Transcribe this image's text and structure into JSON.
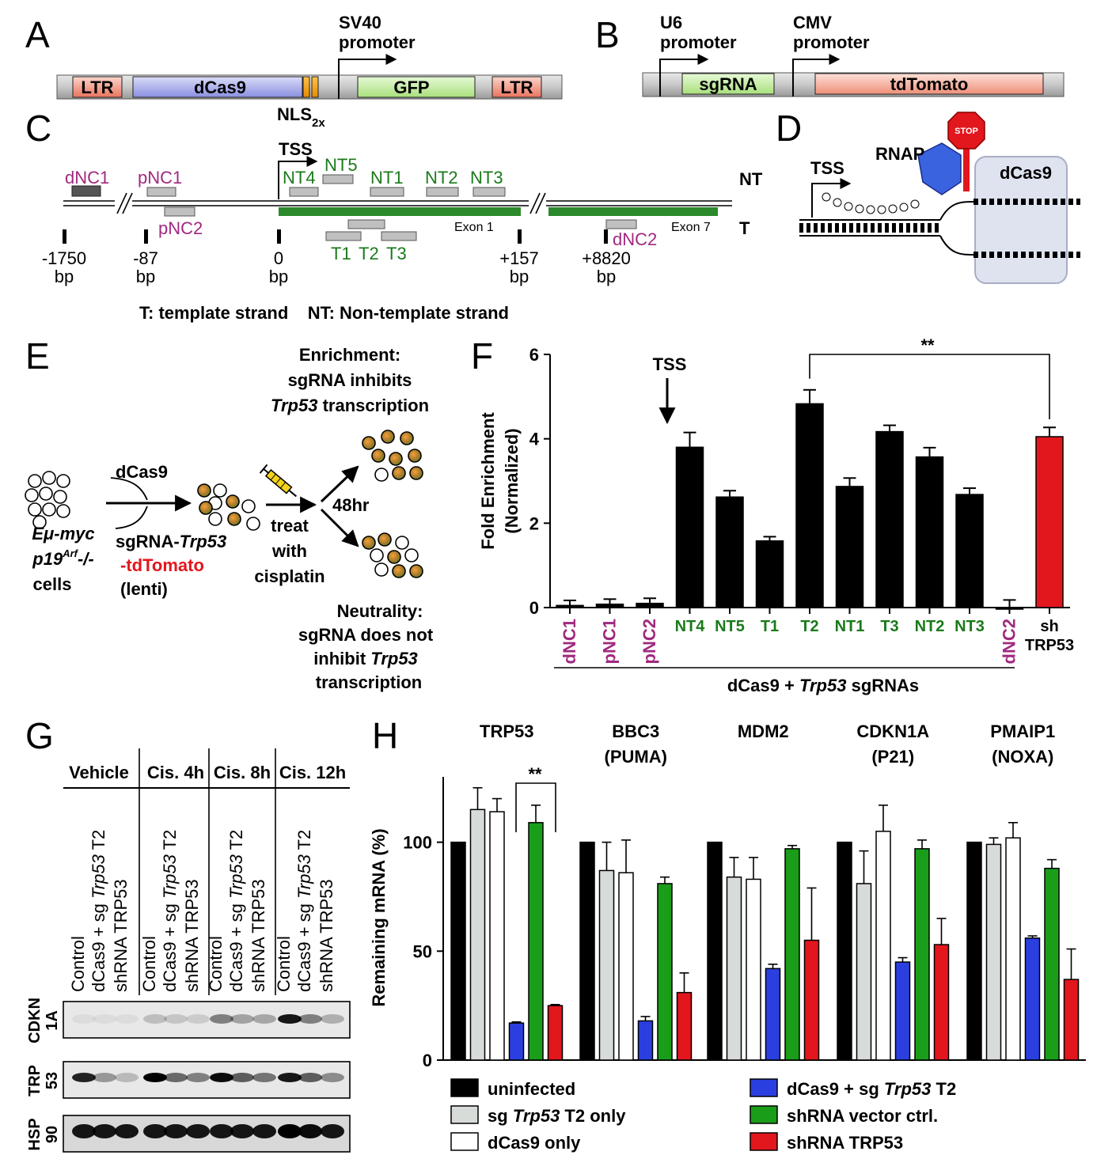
{
  "panels": {
    "A": "A",
    "B": "B",
    "C": "C",
    "D": "D",
    "E": "E",
    "F": "F",
    "G": "G",
    "H": "H"
  },
  "panelA": {
    "ltr_left": "LTR",
    "dcas9": "dCas9",
    "promoter1": "SV40",
    "promoter2": "promoter",
    "gfp": "GFP",
    "ltr_right": "LTR",
    "nls": "NLS",
    "nls_sub": "2x"
  },
  "panelB": {
    "u6_1": "U6",
    "u6_2": "promoter",
    "sgrna": "sgRNA",
    "cmv_1": "CMV",
    "cmv_2": "promoter",
    "tdtomato": "tdTomato"
  },
  "panelC": {
    "tss": "TSS",
    "nt": "NT",
    "t": "T",
    "dnc1": "dNC1",
    "pnc1": "pNC1",
    "pnc2": "pNC2",
    "dnc2": "dNC2",
    "nt4": "NT4",
    "nt5": "NT5",
    "nt1": "NT1",
    "nt2": "NT2",
    "nt3": "NT3",
    "t1": "T1",
    "t2": "T2",
    "t3": "T3",
    "exon1": "Exon 1",
    "exon7": "Exon 7",
    "pos1": "-1750",
    "pos2": "-87",
    "pos3": "0",
    "pos4": "+157",
    "pos5": "+8820",
    "bp": "bp",
    "legend": "T: template strand    NT: Non-template strand"
  },
  "panelD": {
    "tss": "TSS",
    "rnap": "RNAP",
    "stop": "STOP",
    "dcas9": "dCas9"
  },
  "panelE": {
    "enrich1": "Enrichment:",
    "enrich2": "sgRNA inhibits",
    "enrich3_i": "Trp53",
    "enrich3": " transcription",
    "dcas9": "dCas9",
    "sgrna1": "sgRNA-",
    "sgrna1_i": "Trp53",
    "sgrna2": "-tdTomato",
    "lenti": "(lenti)",
    "cells1": "Eμ-myc",
    "cells2a": "p19",
    "cells2sup": "Arf",
    "cells2b": "-/-",
    "cells3": "cells",
    "treat1": "treat",
    "treat2": "with",
    "treat3": "cisplatin",
    "hr": "48hr",
    "neut1": "Neutrality:",
    "neut2": "sgRNA does not",
    "neut3": "inhibit ",
    "neut3_i": "Trp53",
    "neut4": "transcription"
  },
  "chart_data": [
    {
      "type": "bar",
      "ylabel": "Fold Enrichment (Normalized)",
      "ylabel1": "Fold Enrichment",
      "ylabel2": "(Normalized)",
      "ylim": [
        0,
        6
      ],
      "yticks": [
        "0",
        "2",
        "4",
        "6"
      ],
      "categories": [
        "dNC1",
        "pNC1",
        "pNC2",
        "NT4",
        "NT5",
        "T1",
        "T2",
        "NT1",
        "T3",
        "NT2",
        "NT3",
        "dNC2",
        "sh TRP53"
      ],
      "cat_lines": [
        [
          "dNC1"
        ],
        [
          "pNC1"
        ],
        [
          "pNC2"
        ],
        [
          "NT4"
        ],
        [
          "NT5"
        ],
        [
          "T1"
        ],
        [
          "T2"
        ],
        [
          "NT1"
        ],
        [
          "T3"
        ],
        [
          "NT2"
        ],
        [
          "NT3"
        ],
        [
          "dNC2"
        ],
        [
          "sh",
          "TRP53"
        ]
      ],
      "values": [
        0.05,
        0.08,
        0.1,
        3.8,
        2.62,
        1.58,
        4.83,
        2.87,
        4.17,
        3.57,
        2.68,
        0.0,
        4.05
      ],
      "errors": [
        0.12,
        0.12,
        0.12,
        0.35,
        0.15,
        0.1,
        0.33,
        0.2,
        0.15,
        0.22,
        0.15,
        0.18,
        0.22
      ],
      "colors": [
        "#000000",
        "#000000",
        "#000000",
        "#000000",
        "#000000",
        "#000000",
        "#000000",
        "#000000",
        "#000000",
        "#000000",
        "#000000",
        "#000000",
        "#e2161d"
      ],
      "label_colors": [
        "#a0297f",
        "#a0297f",
        "#a0297f",
        "#1a7a1a",
        "#1a7a1a",
        "#1a7a1a",
        "#1a7a1a",
        "#1a7a1a",
        "#1a7a1a",
        "#1a7a1a",
        "#1a7a1a",
        "#a0297f",
        "#000000"
      ],
      "annotation_tss": "TSS",
      "significance": "**",
      "group_label_a": "dCas9 + ",
      "group_label_i": "Trp53",
      "group_label_b": " sgRNAs"
    },
    {
      "type": "bar",
      "ylabel": "Remaining mRNA (%)",
      "ylim": [
        0,
        130
      ],
      "yticks": [
        "0",
        "50",
        "100"
      ],
      "groups": [
        {
          "l1": "TRP53",
          "l2": ""
        },
        {
          "l1": "BBC3",
          "l2": "(PUMA)"
        },
        {
          "l1": "MDM2",
          "l2": ""
        },
        {
          "l1": "CDKN1A",
          "l2": "(P21)"
        },
        {
          "l1": "PMAIP1",
          "l2": "(NOXA)"
        }
      ],
      "series": [
        {
          "name": "uninfected",
          "color": "#000000",
          "values": [
            100,
            100,
            100,
            100,
            100
          ],
          "errors": [
            0,
            0,
            0,
            0,
            0
          ]
        },
        {
          "name": "sg Trp53 T2 only",
          "color": "#d8dcd8",
          "values": [
            115,
            87,
            84,
            81,
            99
          ],
          "errors": [
            10,
            13,
            9,
            15,
            3
          ]
        },
        {
          "name": "dCas9 only",
          "color": "#ffffff",
          "values": [
            114,
            86,
            83,
            105,
            102
          ],
          "errors": [
            6,
            15,
            10,
            12,
            7
          ]
        },
        {
          "name": "dCas9 + sg Trp53 T2",
          "color": "#2b3fe0",
          "values": [
            17,
            18,
            42,
            45,
            56
          ],
          "errors": [
            0.5,
            2,
            2,
            2,
            1
          ]
        },
        {
          "name": "shRNA vector ctrl.",
          "color": "#1a9e1a",
          "values": [
            109,
            81,
            97,
            97,
            88
          ],
          "errors": [
            8,
            3,
            1.5,
            4,
            4
          ]
        },
        {
          "name": "shRNA TRP53",
          "color": "#e2161d",
          "values": [
            25,
            31,
            55,
            53,
            37
          ],
          "errors": [
            0.5,
            9,
            24,
            12,
            14
          ]
        }
      ],
      "significance": "**",
      "legend": [
        {
          "a": "uninfected",
          "i": "",
          "b": ""
        },
        {
          "a": "sg ",
          "i": "Trp53",
          "b": " T2 only"
        },
        {
          "a": "dCas9 only",
          "i": "",
          "b": ""
        },
        {
          "a": "dCas9 + sg ",
          "i": "Trp53",
          "b": " T2"
        },
        {
          "a": "shRNA vector ctrl.",
          "i": "",
          "b": ""
        },
        {
          "a": "shRNA TRP53",
          "i": "",
          "b": ""
        }
      ]
    }
  ],
  "panelG": {
    "conditions": [
      "Vehicle",
      "Cis. 4h",
      "Cis. 8h",
      "Cis. 12h"
    ],
    "lanes_a": [
      "Control",
      "dCas9 + sg ",
      "shRNA TRP53"
    ],
    "lanes_i": "Trp53",
    "lanes_b": " T2",
    "blots": [
      {
        "l1": "CDKN",
        "l2": "1A"
      },
      {
        "l1": "TRP",
        "l2": "53"
      },
      {
        "l1": "HSP",
        "l2": "90"
      }
    ]
  }
}
